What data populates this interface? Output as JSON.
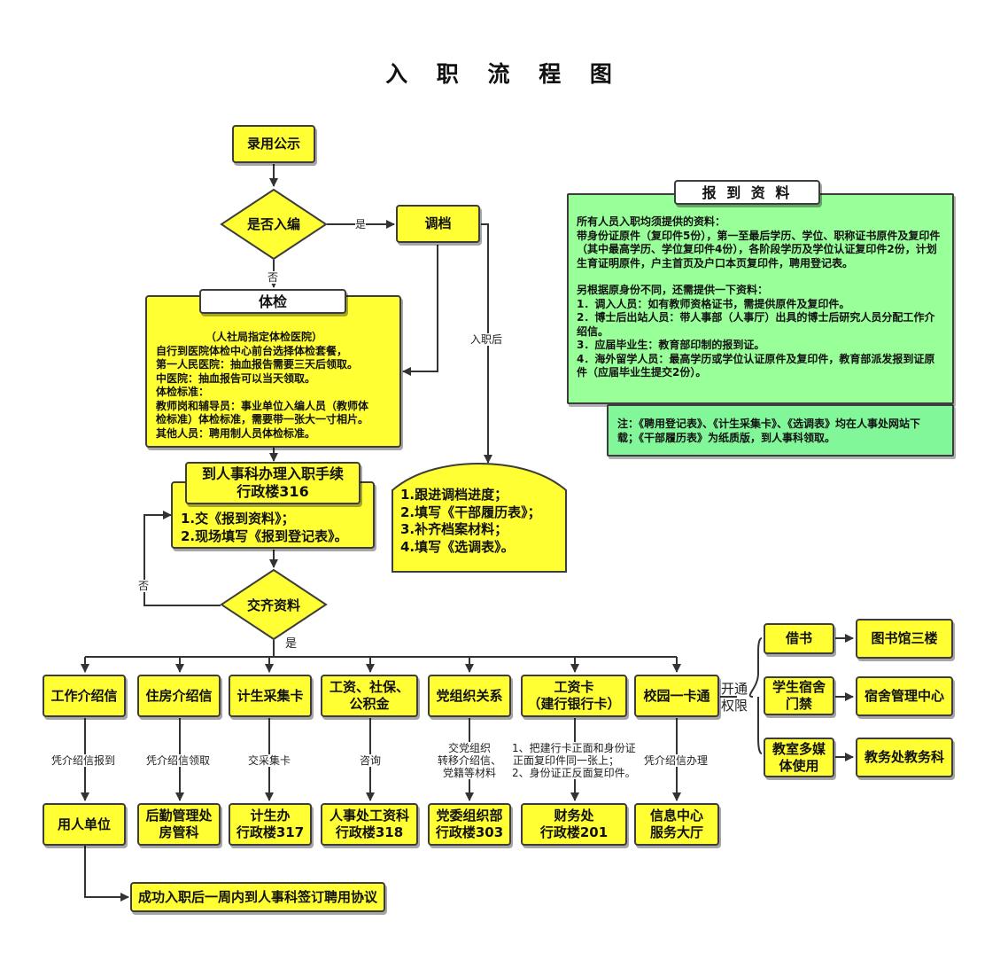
{
  "title": "入 职 流 程 图",
  "nodes": {
    "hire_announce": "录用公示",
    "in_quota": "是否入编",
    "transfer_file": "调档",
    "exam": "体检",
    "exam_lines": [
      "（人社局指定体检医院）",
      "自行到医院体检中心前台选择体检套餐，",
      "第一人民医院：抽血报告需要三天后领取。",
      "中医院：抽血报告可以当天领取。",
      "体检标准：",
      "教师岗和辅导员：事业单位入编人员（教师体",
      "检标准）体检标准，需要带一张大一寸相片。",
      "其他人员：聘用制人员体检标准。"
    ],
    "hr_office_title_1": "到人事科办理入职手续",
    "hr_office_title_2": "行政楼316",
    "hr_steps": [
      "1.交《报到资料》；",
      "2.现场填写《报到登记表》。"
    ],
    "file_tasks": [
      "1.跟进调档进度；",
      "2.填写《干部履历表》；",
      "3.补齐档案材料；",
      "4.填写《选调表》。"
    ],
    "submit_complete": "交齐资料",
    "work_letter": "工作介绍信",
    "housing_letter": "住房介绍信",
    "birth_card": "计生采集卡",
    "salary_1": "工资、社保、",
    "salary_2": "公积金",
    "party": "党组织关系",
    "bank_card_1": "工资卡",
    "bank_card_2": "（建行银行卡）",
    "campus_card": "校园一卡通",
    "employer": "用人单位",
    "logistics_1": "后勤管理处",
    "logistics_2": "房管科",
    "family_plan_1": "计生办",
    "family_plan_2": "行政楼317",
    "hr_salary_1": "人事处工资科",
    "hr_salary_2": "行政楼318",
    "party_dept_1": "党委组织部",
    "party_dept_2": "行政楼303",
    "finance_1": "财务处",
    "finance_2": "行政楼201",
    "info_center_1": "信息中心",
    "info_center_2": "服务大厅",
    "sign_contract": "成功入职后一周内到人事科签订聘用协议",
    "borrow_books": "借书",
    "library": "图书馆三楼",
    "dorm_access_1": "学生宿舍",
    "dorm_access_2": "门禁",
    "dorm_center": "宿舍管理中心",
    "classroom_1": "教室多媒",
    "classroom_2": "体使用",
    "academic_office": "教务处教务科"
  },
  "edge_labels": {
    "yes_1": "是",
    "no_1": "否",
    "after_entry": "入职后",
    "no_2": "否",
    "yes_2": "是",
    "open_access_1": "开通",
    "open_access_2": "权限",
    "by_letter_report": "凭介绍信报到",
    "by_letter_collect": "凭介绍信领取",
    "submit_card": "交采集卡",
    "consult": "咨询",
    "party_transfer_1": "交党组织",
    "party_transfer_2": "转移介绍信、",
    "party_transfer_3": "党籍等材料",
    "bank_note_1": "1、把建行卡正面和身份证",
    "bank_note_2": "正面复印件同一张上；",
    "bank_note_3": "2、身份证正反面复印件。",
    "by_letter_handle": "凭介绍信办理"
  },
  "docs_panel": {
    "title": "报 到 资 料",
    "lines": [
      "      所有人员入职均须提供的资料：",
      "      带身份证原件（复印件5份），第一至最后学历、学位、职称证书原件及复印件（其中最高学历、学位复印件4份），各阶段学历及学位认证复印件2份，计划生育证明原件，户主首页及户口本页复印件，聘用登记表。",
      "",
      "      另根据原身份不同，还需提供一下资料：",
      "      1．调入人员：如有教师资格证书，需提供原件及复印件。",
      "      2．博士后出站人员：带人事部（人事厅）出具的博士后研究人员分配工作介绍信。",
      "      3．应届毕业生：教育部印制的报到证。",
      "      4．海外留学人员：最高学历或学位认证原件及复印件，教育部派发报到证原件（应届毕业生提交2份）。"
    ],
    "note": "注：《聘用登记表》、《计生采集卡》、《选调表》均在人事处网站下载；《干部履历表》为纸质版，到人事科领取。"
  },
  "colors": {
    "node_fill": "#ffff33",
    "panel_fill": "#99ff99",
    "note_fill": "#82f79a",
    "line": "#333333"
  }
}
